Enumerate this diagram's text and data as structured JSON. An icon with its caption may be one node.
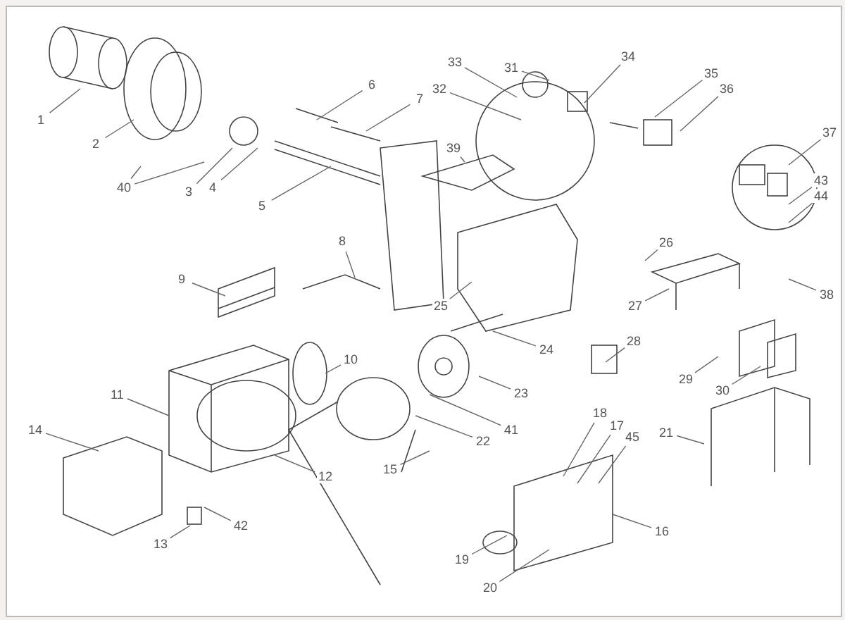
{
  "diagram": {
    "nodes": [
      {
        "text": [
          "1"
        ]
      },
      {
        "text": [
          "2"
        ]
      },
      {
        "text": [
          "3"
        ]
      },
      {
        "text": [
          "4"
        ]
      },
      {
        "text": [
          "5"
        ]
      },
      {
        "text": [
          "6"
        ]
      },
      {
        "text": [
          "7"
        ]
      },
      {
        "text": [
          "8"
        ]
      },
      {
        "text": [
          "9"
        ]
      },
      {
        "text": [
          "10"
        ]
      },
      {
        "text": [
          "11"
        ]
      },
      {
        "text": [
          "12"
        ]
      },
      {
        "text": [
          "13"
        ]
      },
      {
        "text": [
          "14"
        ]
      },
      {
        "text": [
          "15"
        ]
      },
      {
        "text": [
          "16"
        ]
      },
      {
        "text": [
          "17"
        ]
      },
      {
        "text": [
          "18"
        ]
      },
      {
        "text": [
          "19"
        ]
      },
      {
        "text": [
          "20"
        ]
      },
      {
        "text": [
          "21"
        ]
      },
      {
        "text": [
          "22"
        ]
      },
      {
        "text": [
          "23"
        ]
      },
      {
        "text": [
          "24"
        ]
      },
      {
        "text": [
          "25"
        ]
      },
      {
        "text": [
          "26"
        ]
      },
      {
        "text": [
          "27"
        ]
      },
      {
        "text": [
          "28"
        ]
      },
      {
        "text": [
          "29"
        ]
      },
      {
        "text": [
          "30"
        ]
      },
      {
        "text": [
          "31"
        ]
      },
      {
        "text": [
          "32"
        ]
      },
      {
        "text": [
          "33"
        ]
      },
      {
        "text": [
          "34"
        ]
      },
      {
        "text": [
          "35"
        ]
      },
      {
        "text": [
          "36"
        ]
      },
      {
        "text": [
          "37"
        ]
      },
      {
        "text": [
          "38"
        ]
      },
      {
        "text": [
          "39"
        ]
      },
      {
        "text": [
          "40"
        ]
      },
      {
        "text": [
          "41"
        ]
      },
      {
        "text": [
          "42"
        ]
      },
      {
        "text": [
          "43"
        ]
      },
      {
        "text": [
          "44"
        ]
      },
      {
        "text": [
          "45"
        ]
      }
    ],
    "edges": [
      {
        "from": 0,
        "to": null,
        "arrow": "none"
      },
      {
        "from": 1,
        "to": null,
        "arrow": "none"
      },
      {
        "from": 2,
        "to": null,
        "arrow": "none"
      },
      {
        "from": 3,
        "to": null,
        "arrow": "none"
      },
      {
        "from": 4,
        "to": null,
        "arrow": "none"
      },
      {
        "from": 5,
        "to": null,
        "arrow": "none"
      },
      {
        "from": 6,
        "to": null,
        "arrow": "none"
      },
      {
        "from": 7,
        "to": null,
        "arrow": "none"
      },
      {
        "from": 8,
        "to": null,
        "arrow": "none"
      },
      {
        "from": 9,
        "to": null,
        "arrow": "none"
      },
      {
        "from": 10,
        "to": null,
        "arrow": "none"
      },
      {
        "from": 11,
        "to": null,
        "arrow": "none"
      },
      {
        "from": 12,
        "to": null,
        "arrow": "none"
      },
      {
        "from": 13,
        "to": null,
        "arrow": "none"
      },
      {
        "from": 14,
        "to": null,
        "arrow": "none"
      },
      {
        "from": 15,
        "to": null,
        "arrow": "none"
      },
      {
        "from": 16,
        "to": null,
        "arrow": "none"
      },
      {
        "from": 17,
        "to": null,
        "arrow": "none"
      },
      {
        "from": 18,
        "to": null,
        "arrow": "none"
      },
      {
        "from": 19,
        "to": null,
        "arrow": "none"
      },
      {
        "from": 20,
        "to": null,
        "arrow": "none"
      },
      {
        "from": 21,
        "to": null,
        "arrow": "none"
      },
      {
        "from": 22,
        "to": null,
        "arrow": "none"
      },
      {
        "from": 23,
        "to": null,
        "arrow": "none"
      },
      {
        "from": 24,
        "to": null,
        "arrow": "none"
      },
      {
        "from": 25,
        "to": null,
        "arrow": "none"
      },
      {
        "from": 26,
        "to": null,
        "arrow": "none"
      },
      {
        "from": 27,
        "to": null,
        "arrow": "none"
      },
      {
        "from": 28,
        "to": null,
        "arrow": "none"
      },
      {
        "from": 29,
        "to": null,
        "arrow": "none"
      },
      {
        "from": 30,
        "to": null,
        "arrow": "none"
      },
      {
        "from": 31,
        "to": null,
        "arrow": "none"
      },
      {
        "from": 32,
        "to": null,
        "arrow": "none"
      },
      {
        "from": 33,
        "to": null,
        "arrow": "none"
      },
      {
        "from": 34,
        "to": null,
        "arrow": "none"
      },
      {
        "from": 35,
        "to": null,
        "arrow": "none"
      },
      {
        "from": 36,
        "to": null,
        "arrow": "none"
      },
      {
        "from": 37,
        "to": null,
        "arrow": "none"
      },
      {
        "from": 38,
        "to": null,
        "arrow": "none"
      },
      {
        "from": 39,
        "to": null,
        "arrow": "none"
      },
      {
        "from": 39,
        "to": null,
        "arrow": "none"
      },
      {
        "from": 40,
        "to": null,
        "arrow": "none"
      },
      {
        "from": 41,
        "to": null,
        "arrow": "none"
      },
      {
        "from": 42,
        "to": null,
        "arrow": "none"
      },
      {
        "from": 43,
        "to": null,
        "arrow": "none"
      },
      {
        "from": 44,
        "to": null,
        "arrow": "none"
      }
    ]
  }
}
